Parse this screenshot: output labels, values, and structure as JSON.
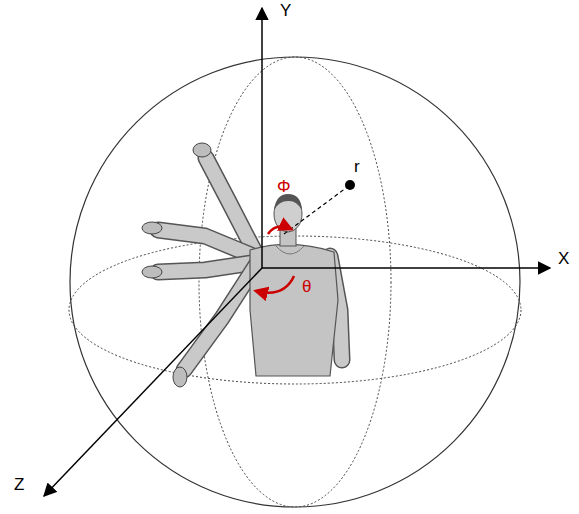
{
  "diagram": {
    "labels": [
      "Y",
      "X",
      "Z",
      "r",
      "Φ",
      "θ"
    ]
  }
}
